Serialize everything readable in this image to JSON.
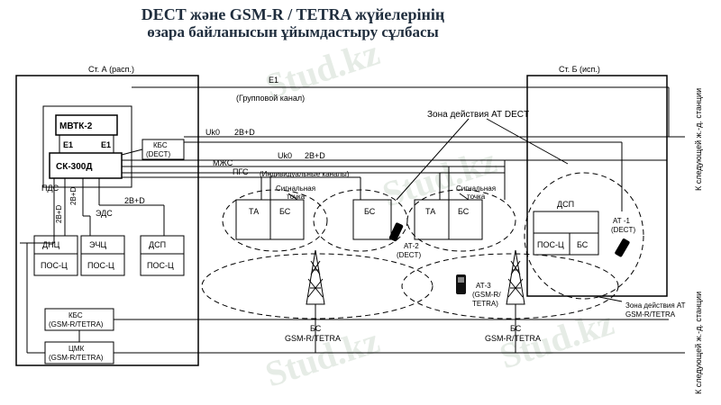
{
  "title": {
    "line1": "DECT және GSM-R / TETRA жүйелерінің",
    "line2": "өзара байланысын ұйымдастыру сұлбасы"
  },
  "stations": {
    "a": "Ст. А (расп.)",
    "b": "Ст. Б (исп.)"
  },
  "blocks": {
    "mvtk": "МВТК-2",
    "e1_left": "E1",
    "e1_right": "E1",
    "sk": "СК-300Д",
    "kbs_dect": [
      "КБС",
      "(DECT)"
    ],
    "dnc": "ДНЦ",
    "ech": "ЭЧЦ",
    "dsp_a": "ДСП",
    "pos": "ПОС-Ц",
    "kbs_gsm": [
      "КБС",
      "(GSM-R/TETRA)"
    ],
    "cmk": [
      "ЦМК",
      "(GSM-R/TETRA)"
    ],
    "ta": "ТА",
    "bs": "БС",
    "dsp_b": "ДСП",
    "pos_b": "ПОС-Ц",
    "bs_b": "БС"
  },
  "labels": {
    "e1_top": "E1",
    "group": "(Групповой канал)",
    "uk0_a": "Uk0",
    "b2d_a": "2В+D",
    "uk0_b": "Uk0",
    "b2d_b": "2В+D",
    "mzhs": "МЖС",
    "pgs": "ПГС",
    "indiv": "(Индивидуальные каналы)",
    "pds": "ПДС",
    "eds": "ЭДС",
    "b2d_v1": "2В+D",
    "b2d_v2": "2В+D",
    "b2d_h": "2В+D",
    "signal1": [
      "Сигнальная",
      "точка"
    ],
    "signal2": [
      "Сигнальная",
      "точка"
    ],
    "zone_dect": "Зона действия АТ DECT",
    "zone_gsm": [
      "Зона действия АТ",
      "GSM-R/TETRA"
    ],
    "at1": [
      "АТ -1",
      "(DECT)"
    ],
    "at2": [
      "АТ-2",
      "(DECT)"
    ],
    "at3": [
      "АТ-3",
      "(GSM-R/",
      "TETRA)"
    ],
    "bs_gsm1": [
      "БС",
      "GSM-R/TETRA"
    ],
    "bs_gsm2": [
      "БС",
      "GSM-R/TETRA"
    ],
    "next_station_top": "К следующей ж.-д. станции",
    "next_station_bottom": "К следующей ж.-д. станции"
  },
  "watermark": "Stud.kz"
}
